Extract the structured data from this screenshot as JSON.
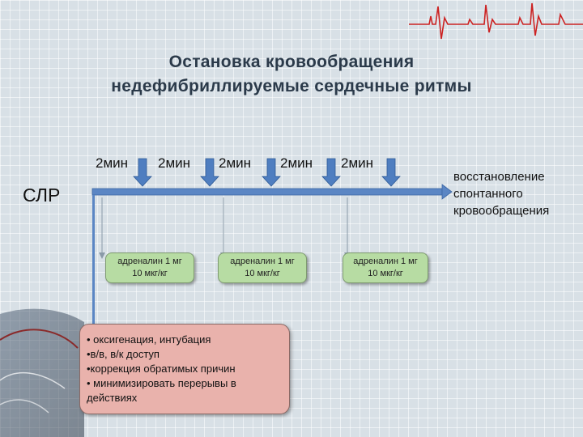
{
  "title": {
    "line1": "Остановка кровообращения",
    "line2": "недефибриллируемые сердечные ритмы"
  },
  "intervals": [
    "2мин",
    "2мин",
    "2мин",
    "2мин",
    "2мин"
  ],
  "cpr_label": "СЛР",
  "outcome": {
    "line1": "восстановление",
    "line2": "спонтанного",
    "line3": "кровообращения"
  },
  "drug_boxes": [
    {
      "line1": "адреналин 1 мг",
      "line2": "10 мкг/кг"
    },
    {
      "line1": "адреналин 1 мг",
      "line2": "10 мкг/кг"
    },
    {
      "line1": "адреналин 1 мг",
      "line2": "10 мкг/кг"
    }
  ],
  "actions": [
    "• оксигенация, интубация",
    "•в/в, в/к доступ",
    "•коррекция обратимых причин",
    "• минимизировать перерывы в действиях"
  ],
  "colors": {
    "timeline": "#5b86c4",
    "interval_arrow": "#4f7ec0",
    "drug_box": "#b7dca3",
    "actions_box": "#e9b2ac",
    "ecg_trace": "#cc2222"
  }
}
